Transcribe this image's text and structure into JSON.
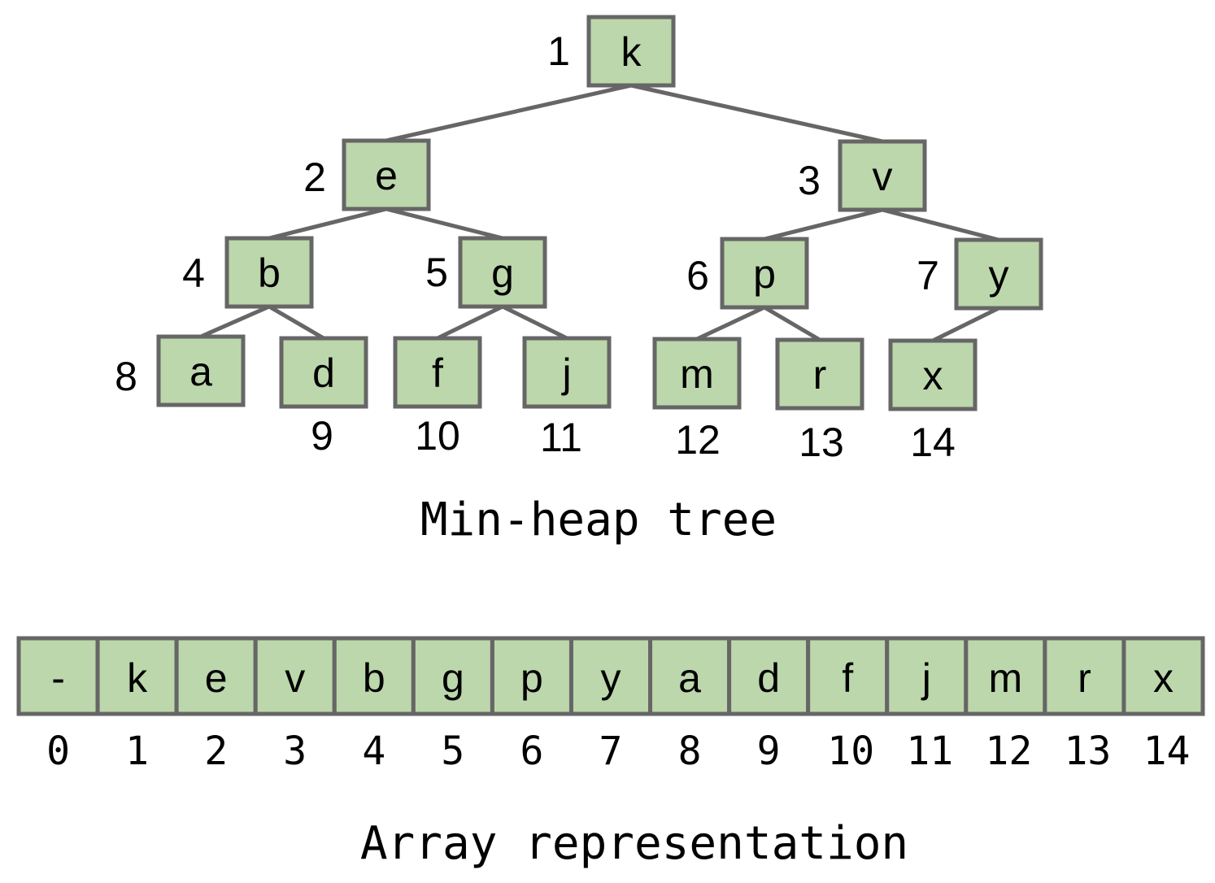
{
  "colors": {
    "node_fill": "#bcd7ab",
    "node_stroke": "#666666",
    "edge": "#666666",
    "text": "#000000"
  },
  "tree": {
    "caption": "Min-heap tree",
    "nodes": [
      {
        "index": "1",
        "label": "k"
      },
      {
        "index": "2",
        "label": "e"
      },
      {
        "index": "3",
        "label": "v"
      },
      {
        "index": "4",
        "label": "b"
      },
      {
        "index": "5",
        "label": "g"
      },
      {
        "index": "6",
        "label": "p"
      },
      {
        "index": "7",
        "label": "y"
      },
      {
        "index": "8",
        "label": "a"
      },
      {
        "index": "9",
        "label": "d"
      },
      {
        "index": "10",
        "label": "f"
      },
      {
        "index": "11",
        "label": "j"
      },
      {
        "index": "12",
        "label": "m"
      },
      {
        "index": "13",
        "label": "r"
      },
      {
        "index": "14",
        "label": "x"
      }
    ],
    "edges": [
      [
        "1",
        "2"
      ],
      [
        "1",
        "3"
      ],
      [
        "2",
        "4"
      ],
      [
        "2",
        "5"
      ],
      [
        "3",
        "6"
      ],
      [
        "3",
        "7"
      ],
      [
        "4",
        "8"
      ],
      [
        "4",
        "9"
      ],
      [
        "5",
        "10"
      ],
      [
        "5",
        "11"
      ],
      [
        "6",
        "12"
      ],
      [
        "6",
        "13"
      ],
      [
        "7",
        "14"
      ]
    ]
  },
  "array": {
    "caption": "Array representation",
    "cells": [
      {
        "index": "0",
        "label": "-"
      },
      {
        "index": "1",
        "label": "k"
      },
      {
        "index": "2",
        "label": "e"
      },
      {
        "index": "3",
        "label": "v"
      },
      {
        "index": "4",
        "label": "b"
      },
      {
        "index": "5",
        "label": "g"
      },
      {
        "index": "6",
        "label": "p"
      },
      {
        "index": "7",
        "label": "y"
      },
      {
        "index": "8",
        "label": "a"
      },
      {
        "index": "9",
        "label": "d"
      },
      {
        "index": "10",
        "label": "f"
      },
      {
        "index": "11",
        "label": "j"
      },
      {
        "index": "12",
        "label": "m"
      },
      {
        "index": "13",
        "label": "r"
      },
      {
        "index": "14",
        "label": "x"
      }
    ]
  }
}
